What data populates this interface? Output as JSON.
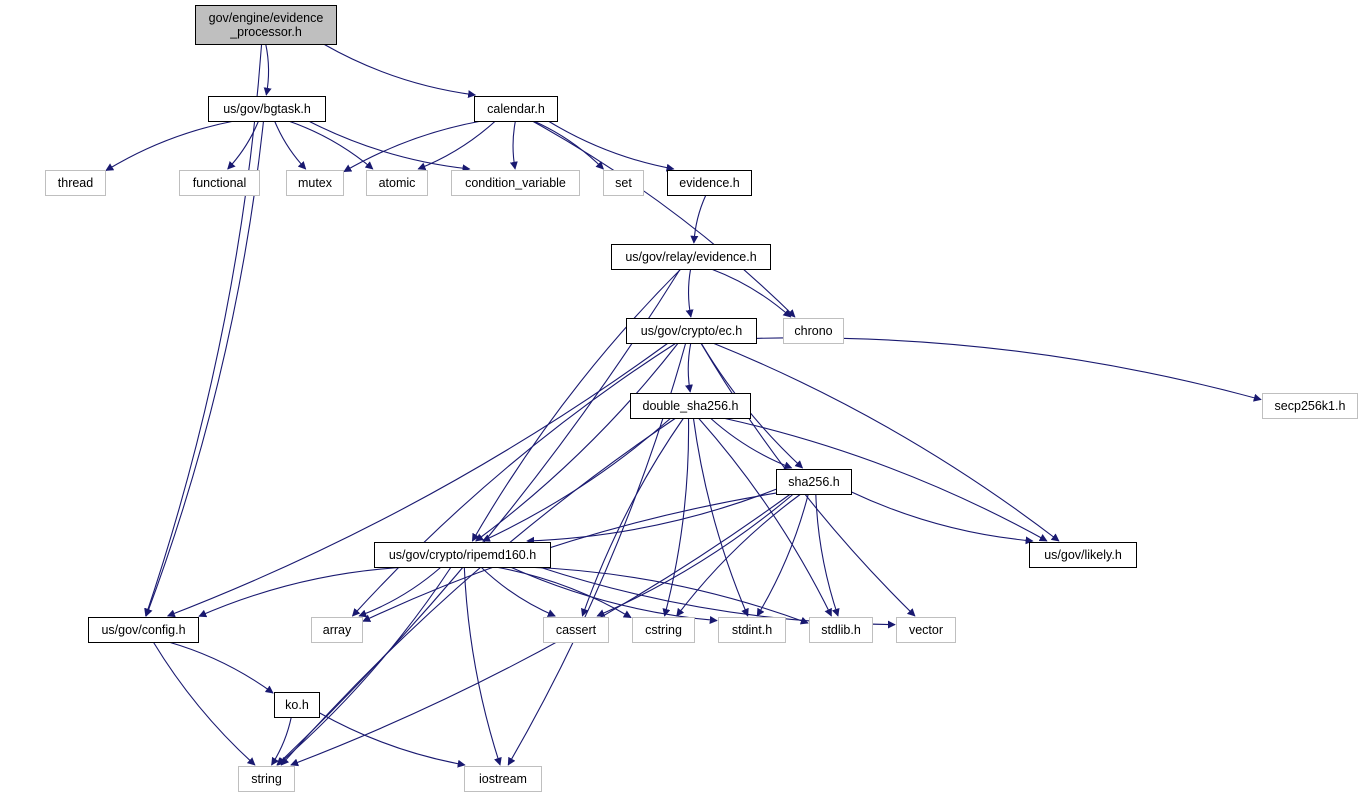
{
  "colors": {
    "edge": "#191970",
    "root_fill": "#bfbfbf",
    "project_border": "#000000",
    "system_border": "#bfbfbf",
    "label": "#000000"
  },
  "nodes": [
    {
      "id": "evidence_processor",
      "lines": [
        "gov/engine/evidence",
        "_processor.h"
      ],
      "kind": "root"
    },
    {
      "id": "bgtask",
      "lines": [
        "us/gov/bgtask.h"
      ],
      "kind": "project"
    },
    {
      "id": "calendar",
      "lines": [
        "calendar.h"
      ],
      "kind": "project"
    },
    {
      "id": "thread",
      "lines": [
        "thread"
      ],
      "kind": "system"
    },
    {
      "id": "functional",
      "lines": [
        "functional"
      ],
      "kind": "system"
    },
    {
      "id": "mutex",
      "lines": [
        "mutex"
      ],
      "kind": "system"
    },
    {
      "id": "atomic",
      "lines": [
        "atomic"
      ],
      "kind": "system"
    },
    {
      "id": "condition_variable",
      "lines": [
        "condition_variable"
      ],
      "kind": "system"
    },
    {
      "id": "set",
      "lines": [
        "set"
      ],
      "kind": "system"
    },
    {
      "id": "evidence",
      "lines": [
        "evidence.h"
      ],
      "kind": "project"
    },
    {
      "id": "relay_evidence",
      "lines": [
        "us/gov/relay/evidence.h"
      ],
      "kind": "project"
    },
    {
      "id": "chrono",
      "lines": [
        "chrono"
      ],
      "kind": "system"
    },
    {
      "id": "ec",
      "lines": [
        "us/gov/crypto/ec.h"
      ],
      "kind": "project"
    },
    {
      "id": "secp256k1",
      "lines": [
        "secp256k1.h"
      ],
      "kind": "system"
    },
    {
      "id": "double_sha256",
      "lines": [
        "double_sha256.h"
      ],
      "kind": "project"
    },
    {
      "id": "sha256",
      "lines": [
        "sha256.h"
      ],
      "kind": "project"
    },
    {
      "id": "likely",
      "lines": [
        "us/gov/likely.h"
      ],
      "kind": "project"
    },
    {
      "id": "ripemd160",
      "lines": [
        "us/gov/crypto/ripemd160.h"
      ],
      "kind": "project"
    },
    {
      "id": "config",
      "lines": [
        "us/gov/config.h"
      ],
      "kind": "project"
    },
    {
      "id": "array",
      "lines": [
        "array"
      ],
      "kind": "system"
    },
    {
      "id": "cassert",
      "lines": [
        "cassert"
      ],
      "kind": "system"
    },
    {
      "id": "cstring",
      "lines": [
        "cstring"
      ],
      "kind": "system"
    },
    {
      "id": "stdint",
      "lines": [
        "stdint.h"
      ],
      "kind": "system"
    },
    {
      "id": "stdlib",
      "lines": [
        "stdlib.h"
      ],
      "kind": "system"
    },
    {
      "id": "vector",
      "lines": [
        "vector"
      ],
      "kind": "system"
    },
    {
      "id": "ko",
      "lines": [
        "ko.h"
      ],
      "kind": "project"
    },
    {
      "id": "string",
      "lines": [
        "string"
      ],
      "kind": "system"
    },
    {
      "id": "iostream",
      "lines": [
        "iostream"
      ],
      "kind": "system"
    }
  ],
  "edges": [
    [
      "evidence_processor",
      "bgtask"
    ],
    [
      "evidence_processor",
      "calendar"
    ],
    [
      "evidence_processor",
      "config"
    ],
    [
      "bgtask",
      "thread"
    ],
    [
      "bgtask",
      "functional"
    ],
    [
      "bgtask",
      "mutex"
    ],
    [
      "bgtask",
      "atomic"
    ],
    [
      "bgtask",
      "condition_variable"
    ],
    [
      "bgtask",
      "config"
    ],
    [
      "calendar",
      "mutex"
    ],
    [
      "calendar",
      "atomic"
    ],
    [
      "calendar",
      "condition_variable"
    ],
    [
      "calendar",
      "set"
    ],
    [
      "calendar",
      "evidence"
    ],
    [
      "calendar",
      "chrono"
    ],
    [
      "evidence",
      "relay_evidence"
    ],
    [
      "relay_evidence",
      "chrono"
    ],
    [
      "relay_evidence",
      "ec"
    ],
    [
      "relay_evidence",
      "string"
    ],
    [
      "relay_evidence",
      "ripemd160"
    ],
    [
      "ec",
      "secp256k1"
    ],
    [
      "ec",
      "double_sha256"
    ],
    [
      "ec",
      "config"
    ],
    [
      "ec",
      "array"
    ],
    [
      "ec",
      "ripemd160"
    ],
    [
      "ec",
      "sha256"
    ],
    [
      "ec",
      "likely"
    ],
    [
      "ec",
      "vector"
    ],
    [
      "ec",
      "iostream"
    ],
    [
      "double_sha256",
      "string"
    ],
    [
      "double_sha256",
      "ripemd160"
    ],
    [
      "double_sha256",
      "sha256"
    ],
    [
      "double_sha256",
      "likely"
    ],
    [
      "double_sha256",
      "cassert"
    ],
    [
      "double_sha256",
      "cstring"
    ],
    [
      "double_sha256",
      "stdint"
    ],
    [
      "double_sha256",
      "stdlib"
    ],
    [
      "sha256",
      "array"
    ],
    [
      "sha256",
      "ripemd160"
    ],
    [
      "sha256",
      "likely"
    ],
    [
      "sha256",
      "cassert"
    ],
    [
      "sha256",
      "cstring"
    ],
    [
      "sha256",
      "stdint"
    ],
    [
      "sha256",
      "stdlib"
    ],
    [
      "sha256",
      "string"
    ],
    [
      "ripemd160",
      "config"
    ],
    [
      "ripemd160",
      "array"
    ],
    [
      "ripemd160",
      "cassert"
    ],
    [
      "ripemd160",
      "cstring"
    ],
    [
      "ripemd160",
      "stdint"
    ],
    [
      "ripemd160",
      "stdlib"
    ],
    [
      "ripemd160",
      "vector"
    ],
    [
      "ripemd160",
      "string"
    ],
    [
      "ripemd160",
      "iostream"
    ],
    [
      "config",
      "ko"
    ],
    [
      "config",
      "string"
    ],
    [
      "ko",
      "string"
    ],
    [
      "ko",
      "iostream"
    ]
  ]
}
